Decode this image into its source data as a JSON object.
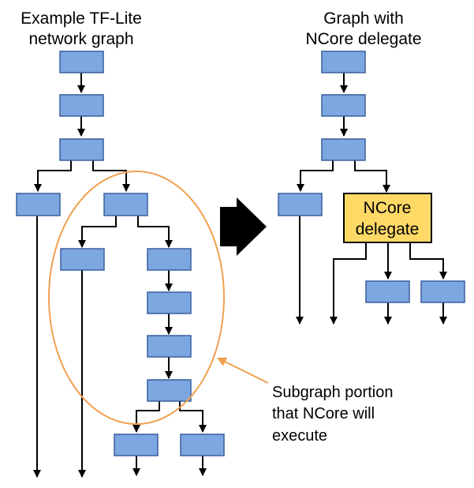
{
  "left_title": [
    "Example TF-Lite",
    "network graph"
  ],
  "right_title": [
    "Graph with",
    "NCore delegate"
  ],
  "delegate_label": [
    "NCore",
    "delegate"
  ],
  "annotation": [
    "Subgraph portion",
    "that NCore will",
    "execute"
  ],
  "colors": {
    "node_fill": "#7da7e0",
    "node_stroke": "#3a5f9e",
    "delegate_fill": "#ffd966",
    "subgraph_outline": "#f0a050",
    "callout_arrow": "#f0a050",
    "transform_arrow": "#000000"
  }
}
